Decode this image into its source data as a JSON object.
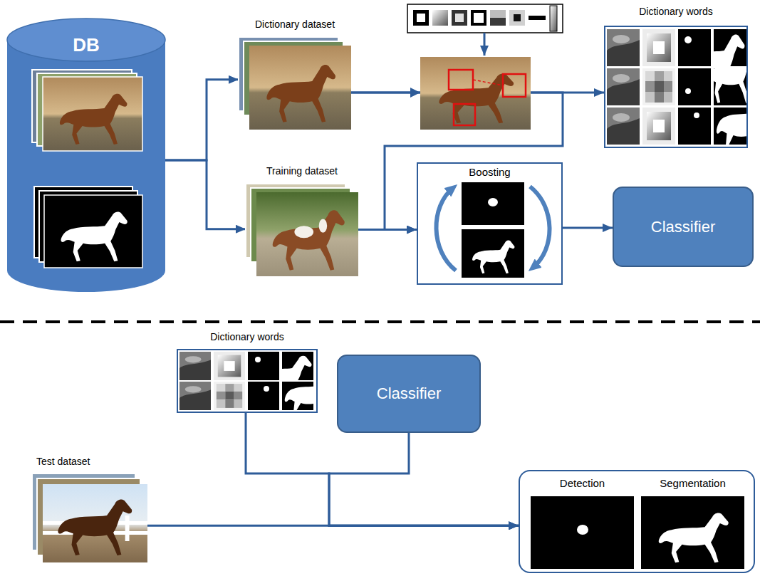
{
  "diagram": {
    "nodes": [
      {
        "text": [
          "DB"
        ]
      },
      {
        "text": [
          "Dictionary dataset"
        ]
      },
      {
        "text": [
          "Dictionary words"
        ]
      },
      {
        "text": [
          "Training dataset"
        ]
      },
      {
        "text": [
          "Boosting"
        ]
      },
      {
        "text": [
          "Classifier"
        ]
      },
      {
        "text": [
          "Dictionary words"
        ]
      },
      {
        "text": [
          "Classifier"
        ]
      },
      {
        "text": [
          "Test dataset"
        ]
      },
      {
        "text": [
          "Detection",
          "Segmentation"
        ]
      }
    ],
    "edges": [
      {
        "from": 0,
        "to": 1,
        "arrow": "to"
      },
      {
        "from": 0,
        "to": 3,
        "arrow": "to"
      },
      {
        "from": 1,
        "to": 2,
        "arrow": "to"
      },
      {
        "from": 1,
        "to": 4,
        "arrow": "to"
      },
      {
        "from": 3,
        "to": 4,
        "arrow": "to"
      },
      {
        "from": 4,
        "to": 5,
        "arrow": "to"
      },
      {
        "from": 6,
        "to": 9,
        "arrow": "to"
      },
      {
        "from": 7,
        "to": 9,
        "arrow": "to"
      },
      {
        "from": 8,
        "to": 9,
        "arrow": "to"
      }
    ]
  }
}
